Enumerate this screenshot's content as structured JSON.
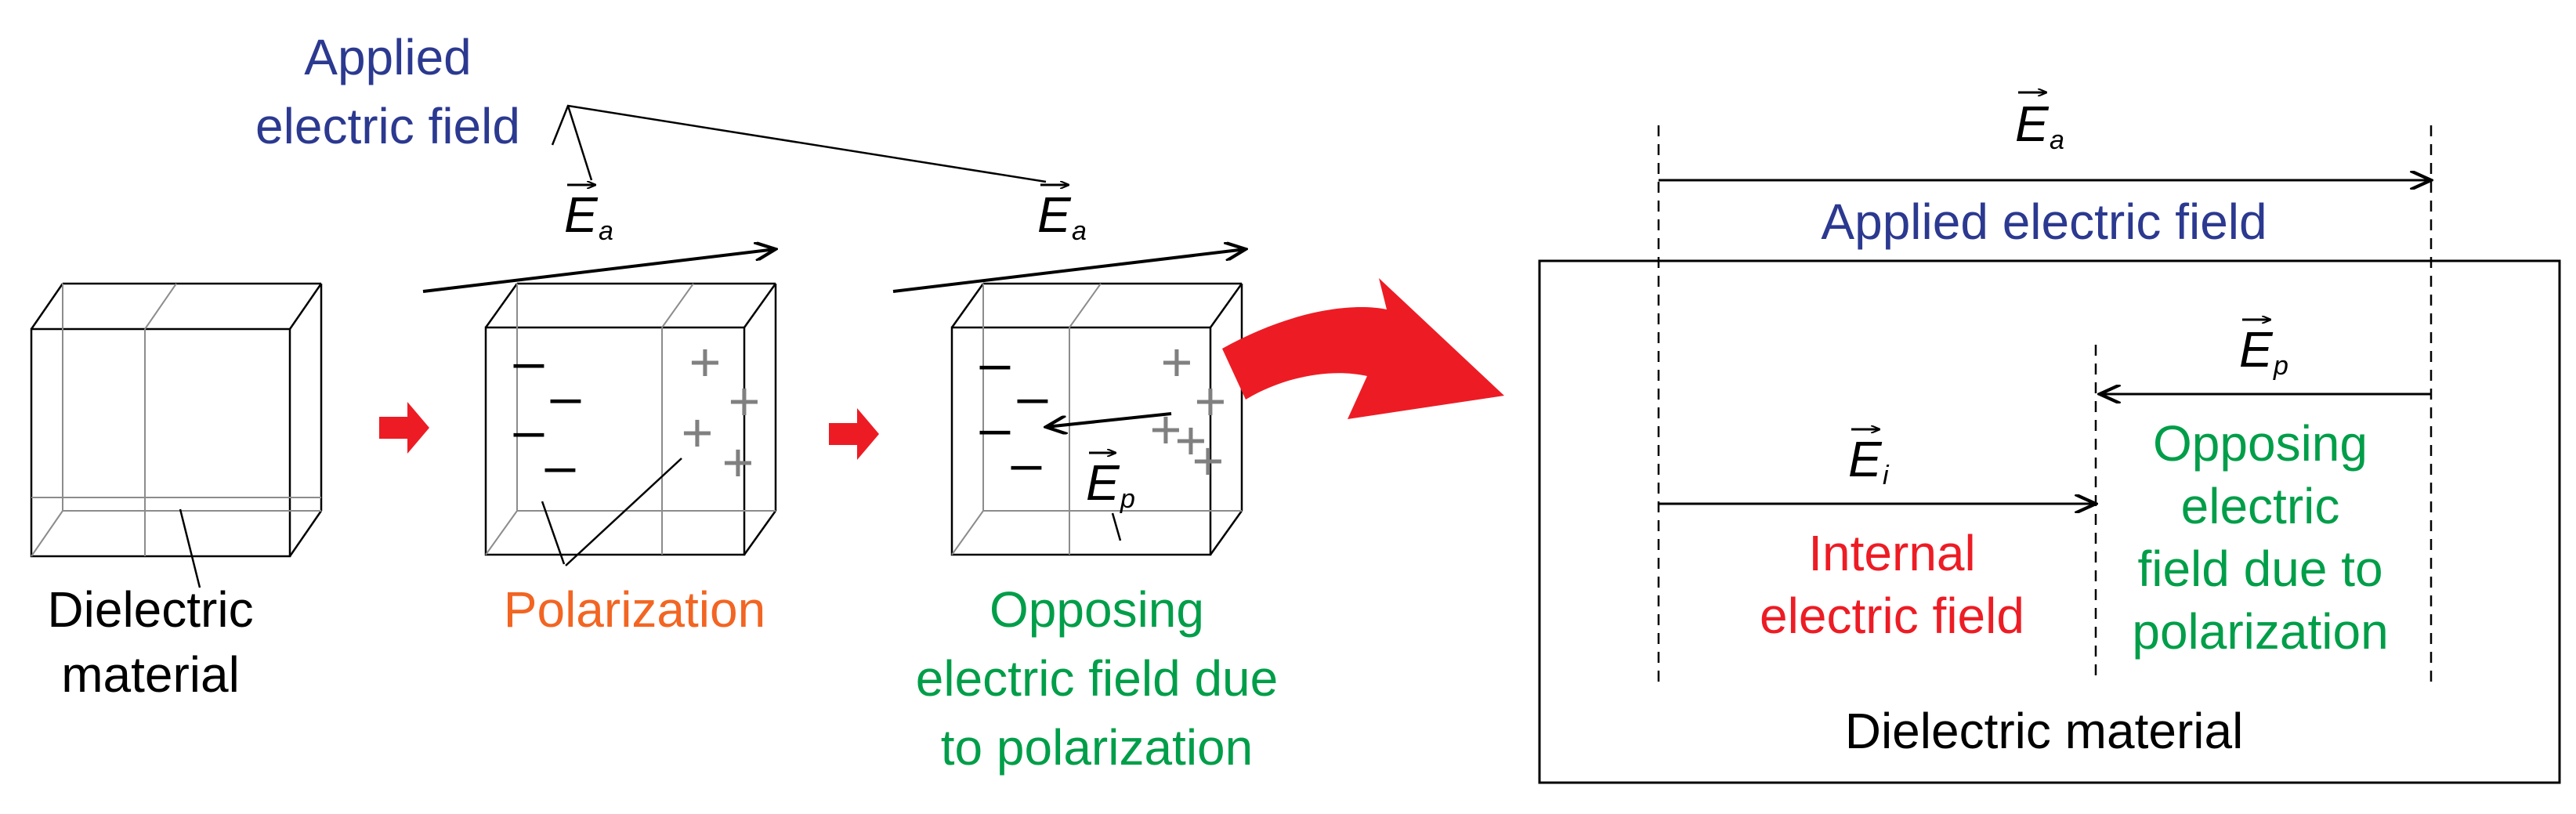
{
  "stage1": {
    "material_label": [
      "Dielectric",
      "material"
    ]
  },
  "stage2": {
    "polarization_label": "Polarization",
    "minus_charges": [
      "–",
      "–",
      "–",
      "–"
    ],
    "plus_charges": [
      "+",
      "+",
      "+",
      "+"
    ]
  },
  "stage3": {
    "opposing_label": [
      "Opposing",
      "electric field due",
      "to polarization"
    ],
    "minus_charges": [
      "–",
      "–",
      "–",
      "–"
    ],
    "plus_charges": [
      "+",
      "+",
      "+",
      "+",
      "+"
    ]
  },
  "applied_field_label": [
    "Applied",
    "electric field"
  ],
  "symbols": {
    "E": "E",
    "a_sub": "a",
    "p_sub": "p",
    "i_sub": "i"
  },
  "detail": {
    "applied_label": "Applied electric field",
    "internal_label": [
      "Internal",
      "electric field"
    ],
    "opposing_label": [
      "Opposing",
      "electric",
      "field due to",
      "polarization"
    ],
    "material_label": "Dielectric material"
  },
  "colors": {
    "applied": "#2b3990",
    "polarization": "#f26522",
    "opposing": "#009e49",
    "internal": "#ed1c24",
    "big_arrow": "#ed1c24"
  }
}
